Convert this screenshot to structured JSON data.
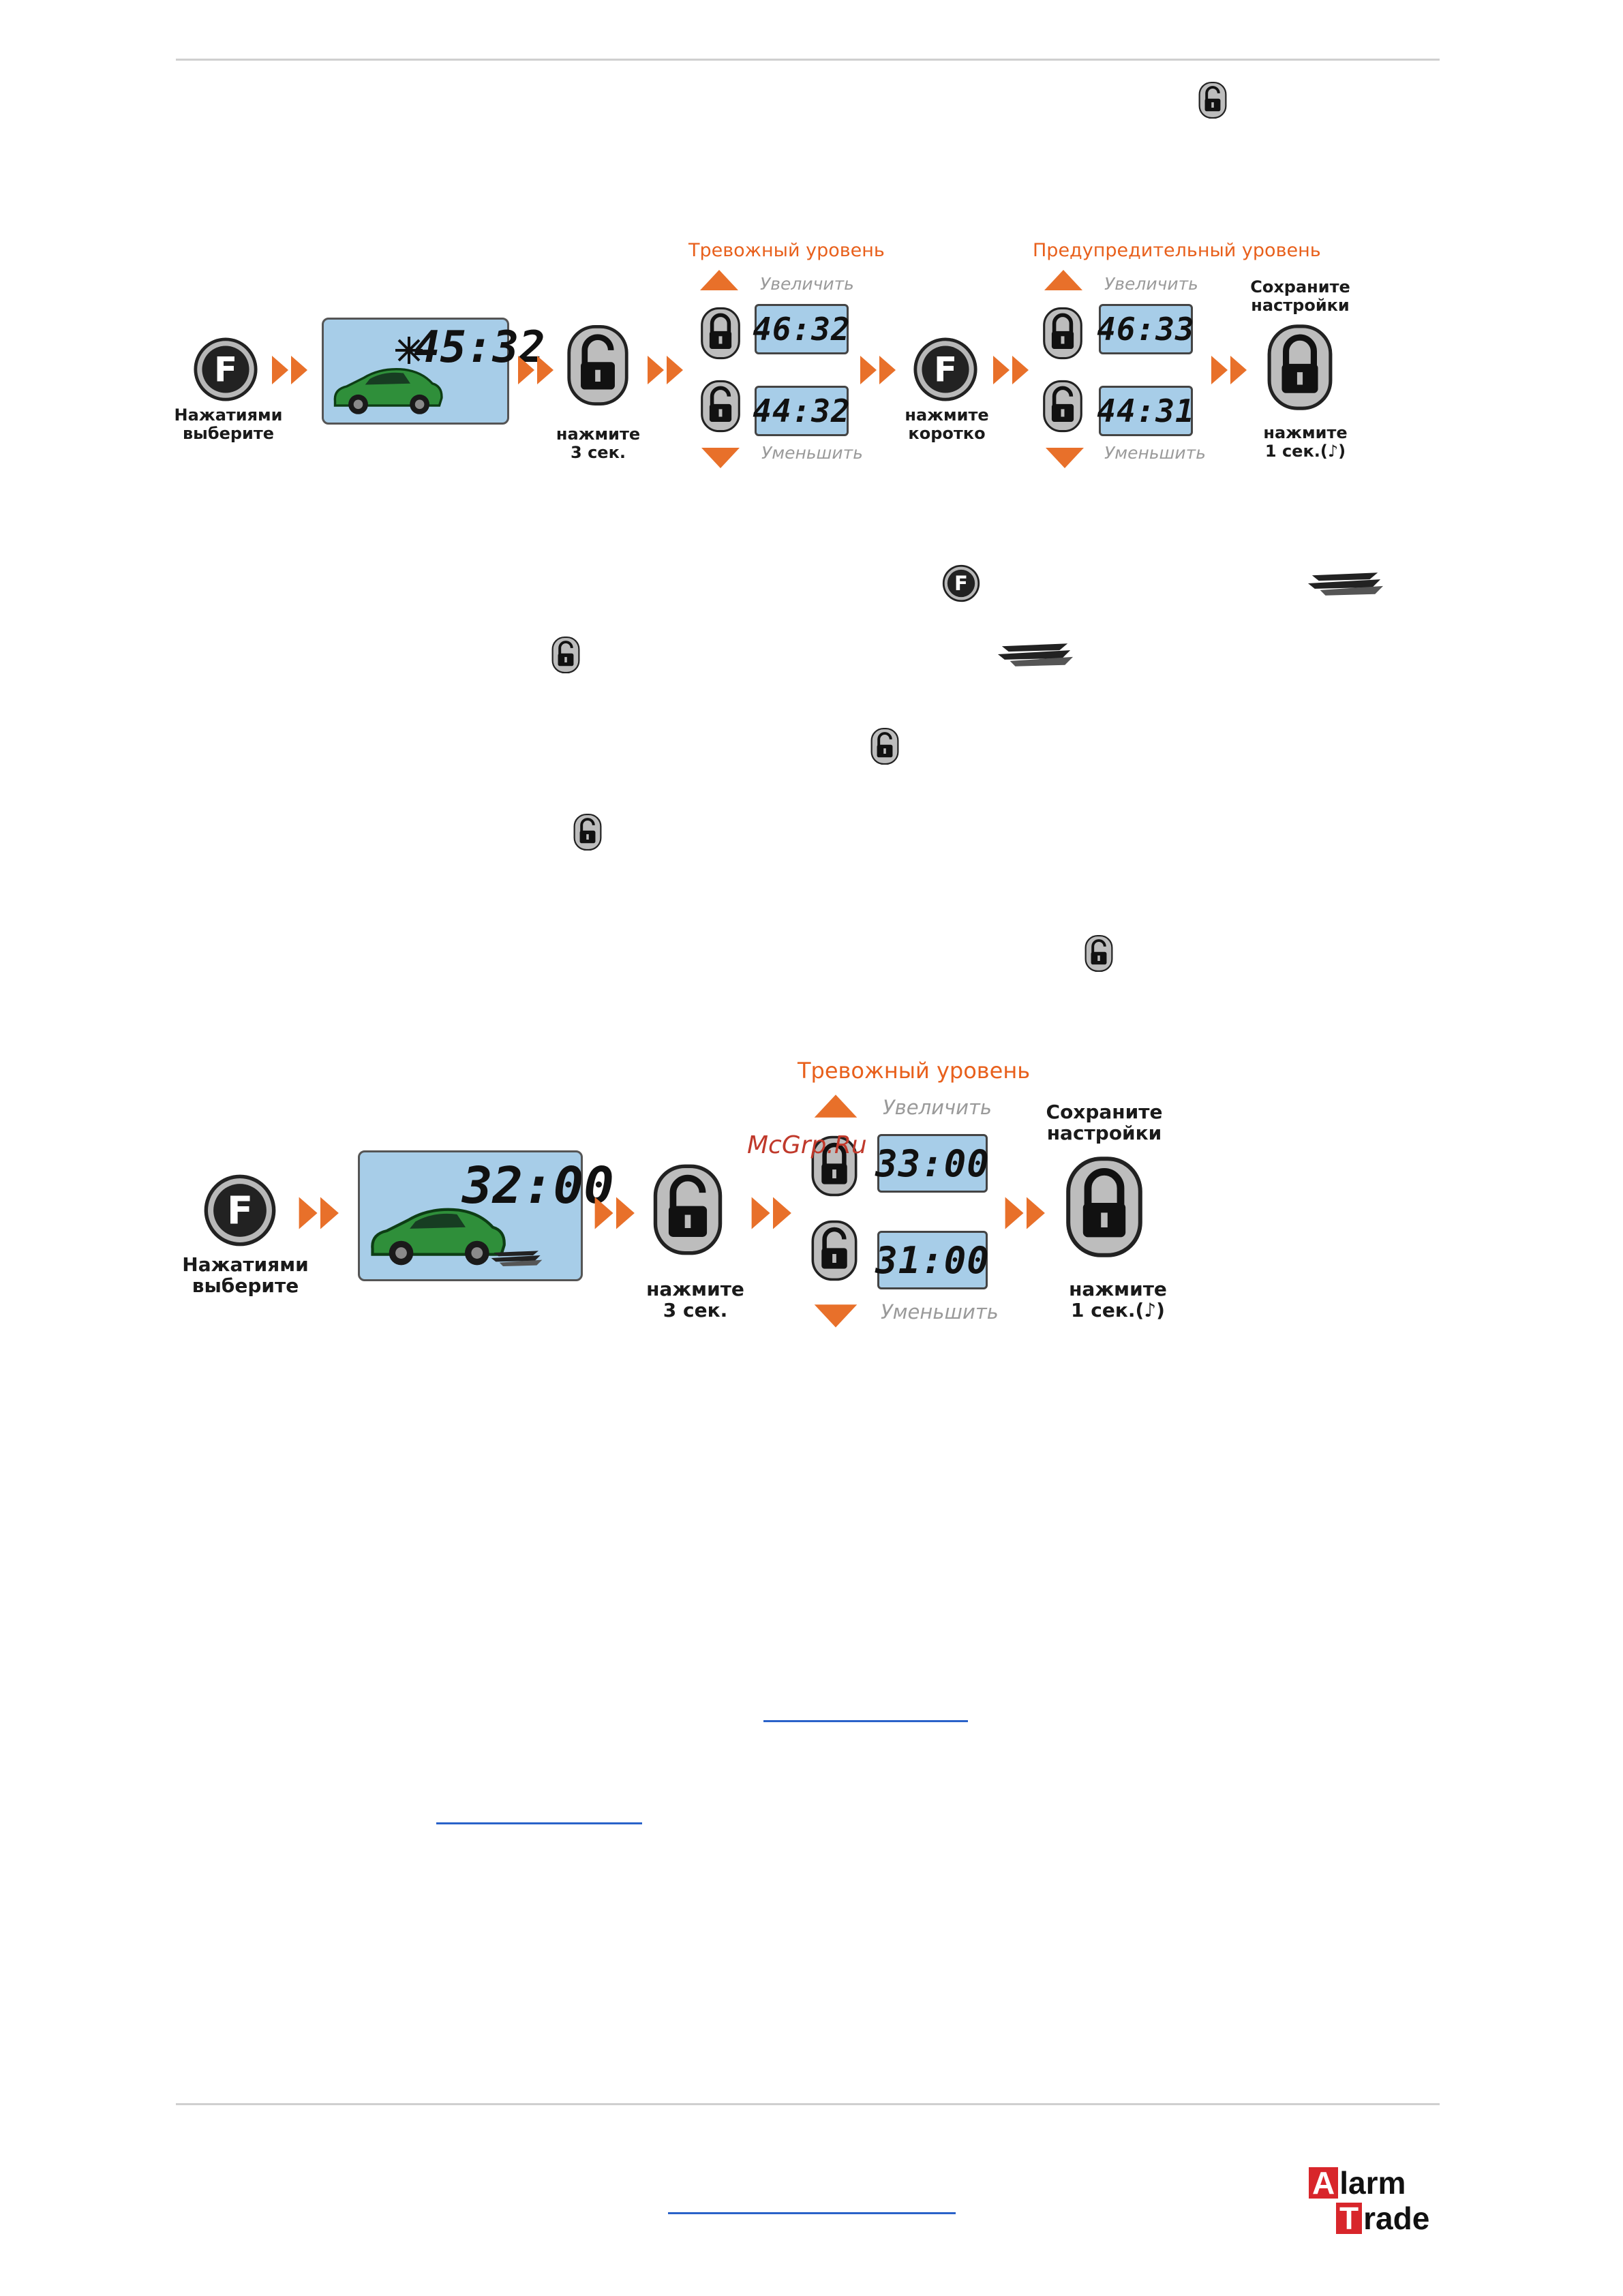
{
  "colors": {
    "accent": "#e8601c",
    "lcd": "#a7cde8",
    "link": "#2a62c9",
    "watermark": "#c0392b",
    "logo_red": "#d8262b"
  },
  "diagram1": {
    "alarm_title": "Тревожный уровень",
    "warning_title": "Предупредительный уровень",
    "step_select": "Нажатиями\nвыберите",
    "screen_time": "45:32",
    "press_3s": "нажмите\n3 сек.",
    "increase": "Увеличить",
    "decrease": "Уменьшить",
    "alarm_up_value": "46:32",
    "alarm_down_value": "44:32",
    "press_short": "нажмите\nкоротко",
    "warn_up_value": "46:33",
    "warn_down_value": "44:31",
    "save": "Сохраните\nнастройки",
    "press_1s": "нажмите\n1 сек.(♪)"
  },
  "diagram2": {
    "alarm_title": "Тревожный уровень",
    "step_select": "Нажатиями\nвыберите",
    "screen_time": "32:00",
    "press_3s": "нажмите\n3 сек.",
    "increase": "Увеличить",
    "decrease": "Уменьшить",
    "up_value": "33:00",
    "down_value": "31:00",
    "save": "Сохраните\nнастройки",
    "press_1s": "нажмите\n1 сек.(♪)"
  },
  "watermark": "McGrp.Ru",
  "logo": {
    "line1_initial": "A",
    "line1_rest": "larm",
    "line2_initial": "T",
    "line2_rest": "rade"
  },
  "icons": [
    "lock-button-icon",
    "f-button-icon",
    "arrow-right-icon",
    "triangle-up-icon",
    "triangle-down-icon",
    "shock-sensor-icon",
    "music-note-icon"
  ]
}
